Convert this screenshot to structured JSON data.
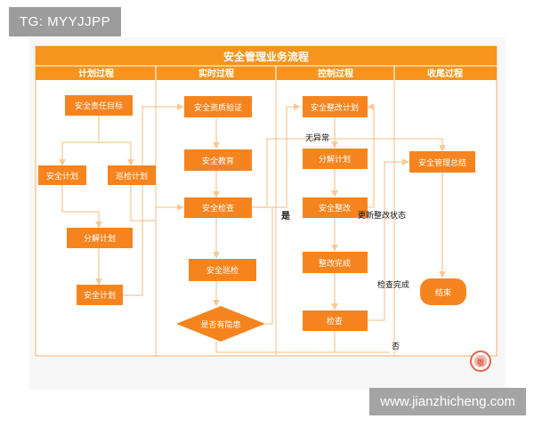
{
  "tag": {
    "text": "TG: MYYJJPP"
  },
  "watermark": {
    "text": "www.jianzhicheng.com"
  },
  "diagram": {
    "title": "安全管理业务流程",
    "columns": [
      "计划过程",
      "实时过程",
      "控制过程",
      "收尾过程"
    ],
    "nodes": {
      "safety_goal": "安全责任目标",
      "safety_plan_1": "安全计划",
      "patrol_plan": "巡检计划",
      "decompose_plan_1": "分解计划",
      "safety_plan_2": "安全计划",
      "safety_qualification": "安全资质验证",
      "safety_education": "安全教育",
      "safety_inspection": "安全检查",
      "safety_patrol": "安全巡检",
      "hazard_decision": "是否有隐患",
      "rectify_plan": "安全整改计划",
      "decompose_plan_2": "分解计划",
      "safety_rectify": "安全整改",
      "rectify_done": "整改完成",
      "check": "检查",
      "summary": "安全管理总结",
      "end": "结束"
    },
    "labels": {
      "no_abnormal": "无异常",
      "yes": "是",
      "update_status": "更新整改状态",
      "check_done": "检查完成",
      "no": "否"
    },
    "colors": {
      "accent": "#f5841f",
      "header": "#f7941d",
      "line": "#f8c999",
      "node_text": "#ffffff",
      "label_text": "#111111"
    },
    "logo_text": "敬"
  }
}
